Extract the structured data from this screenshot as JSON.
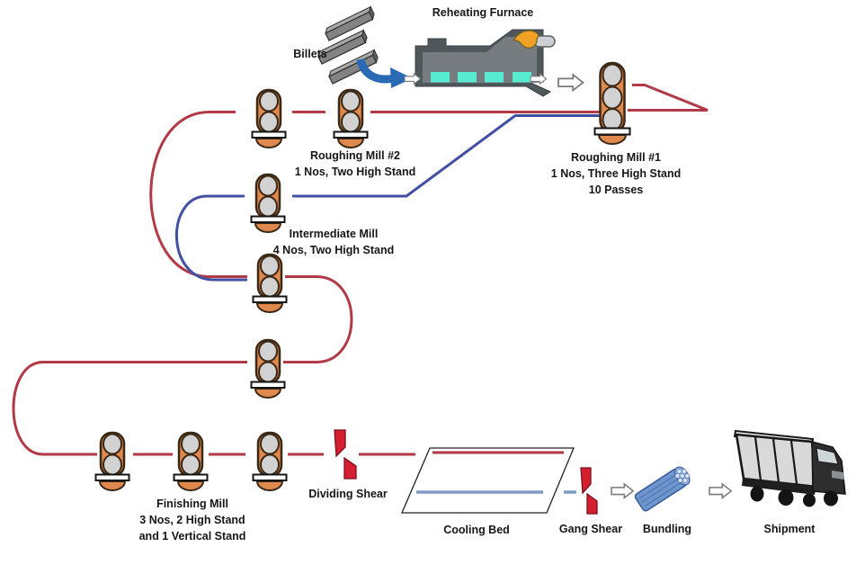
{
  "labels": {
    "billets": "Billets",
    "reheating_furnace": "Reheating Furnace",
    "roughing_mill_1": [
      "Roughing Mill #1",
      "1 Nos, Three High Stand",
      "10 Passes"
    ],
    "roughing_mill_2": [
      "Roughing Mill #2",
      "1 Nos, Two High Stand"
    ],
    "intermediate_mill": [
      "Intermediate Mill",
      "4 Nos, Two High Stand"
    ],
    "finishing_mill": [
      "Finishing Mill",
      "3 Nos, 2 High Stand",
      "and 1 Vertical Stand"
    ],
    "dividing_shear": "Dividing Shear",
    "cooling_bed": "Cooling Bed",
    "gang_shear": "Gang Shear",
    "bundling": "Bundling",
    "shipment": "Shipment"
  },
  "colors": {
    "hot_line_red": "#b13a46",
    "return_line_blue": "#4150a2",
    "cooled_bar_blue": "#7f9cc9",
    "stand_orange": "#e0894e",
    "billet_slot_teal": "#57ecd1",
    "shear_red": "#d41f30",
    "furnace_gray": "#4f575b",
    "flame_orange": "#f0a125",
    "bundle_blue": "#6f95cd"
  }
}
